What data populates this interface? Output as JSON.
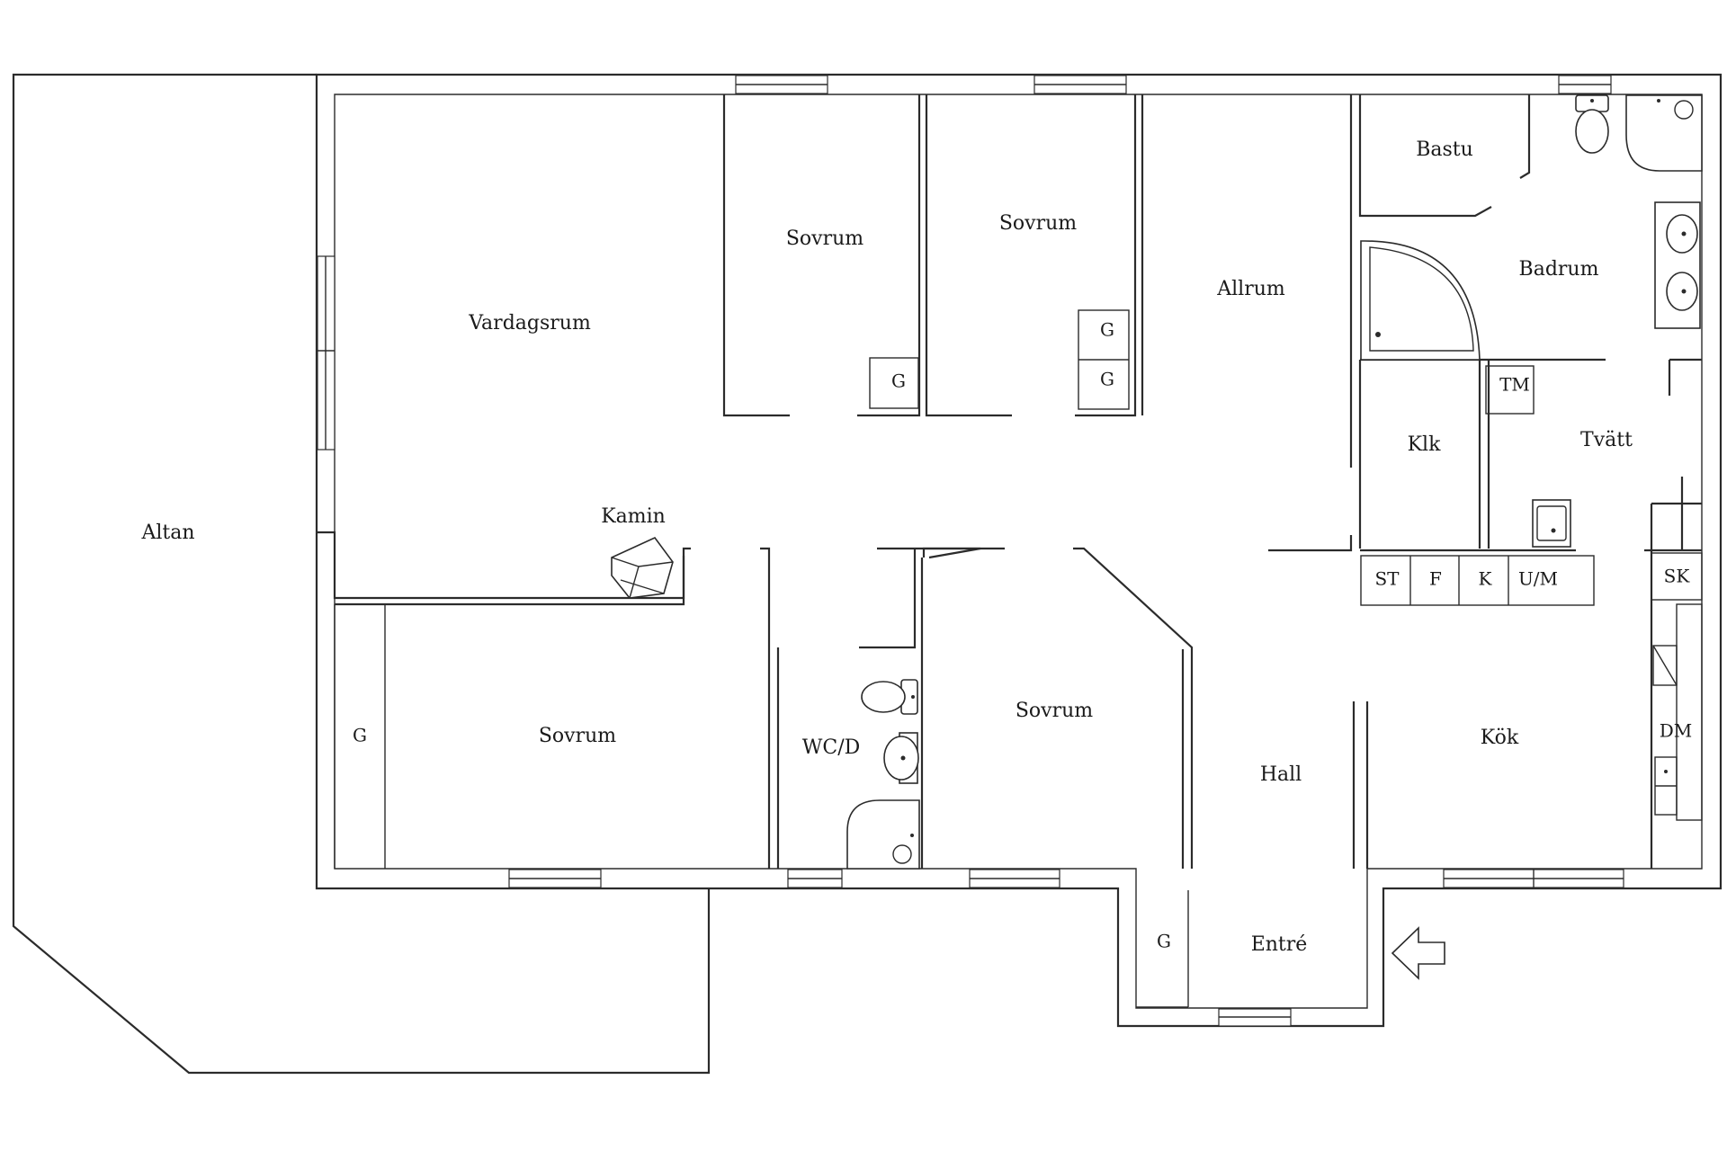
{
  "rooms": {
    "altan": "Altan",
    "vardagsrum": "Vardagsrum",
    "kamin": "Kamin",
    "sovrum_1": "Sovrum",
    "sovrum_2": "Sovrum",
    "sovrum_3": "Sovrum",
    "sovrum_4": "Sovrum",
    "allrum": "Allrum",
    "bastu": "Bastu",
    "badrum": "Badrum",
    "klk": "Klk",
    "tvatt": "Tvätt",
    "wcd": "WC/D",
    "hall": "Hall",
    "kok": "Kök",
    "entre": "Entré"
  },
  "storage": {
    "g_sovrum1": "G",
    "g_sovrum2_top": "G",
    "g_sovrum2_bottom": "G",
    "g_sovrum3": "G",
    "g_entre": "G",
    "tm": "TM",
    "st": "ST",
    "f": "F",
    "k": "K",
    "um": "U/M",
    "sk": "SK",
    "dm": "DM"
  },
  "icons": [
    "fireplace-icon",
    "bathtub-icon",
    "toilet-icon",
    "sink-icon",
    "shower-icon",
    "utility-sink-icon",
    "entrance-arrow-icon"
  ]
}
